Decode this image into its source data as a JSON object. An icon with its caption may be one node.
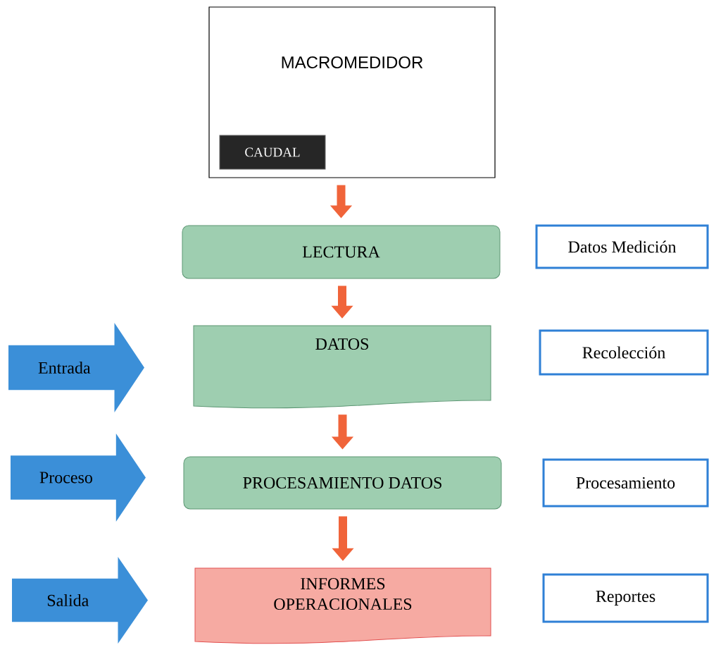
{
  "diagram": {
    "nodes": [
      {
        "text": [
          "MACROMEDIDOR"
        ]
      },
      {
        "text": [
          "CAUDAL"
        ],
        "in": 0
      },
      {
        "text": [
          "LECTURA"
        ]
      },
      {
        "text": [
          "Datos Medición"
        ]
      },
      {
        "text": [
          "Entrada"
        ]
      },
      {
        "text": [
          "DATOS"
        ]
      },
      {
        "text": [
          "Recolección"
        ]
      },
      {
        "text": [
          "Proceso"
        ]
      },
      {
        "text": [
          "PROCESAMIENTO DATOS"
        ]
      },
      {
        "text": [
          "Procesamiento"
        ]
      },
      {
        "text": [
          "Salida"
        ]
      },
      {
        "text": [
          "INFORMES OPERACIONALES"
        ]
      },
      {
        "text": [
          "Reportes"
        ]
      }
    ],
    "edges": [
      {
        "from": 0,
        "to": 2,
        "arrow": "to"
      },
      {
        "from": 2,
        "to": 5,
        "arrow": "to"
      },
      {
        "from": 5,
        "to": 8,
        "arrow": "to"
      },
      {
        "from": 8,
        "to": 11,
        "arrow": "to"
      }
    ]
  }
}
